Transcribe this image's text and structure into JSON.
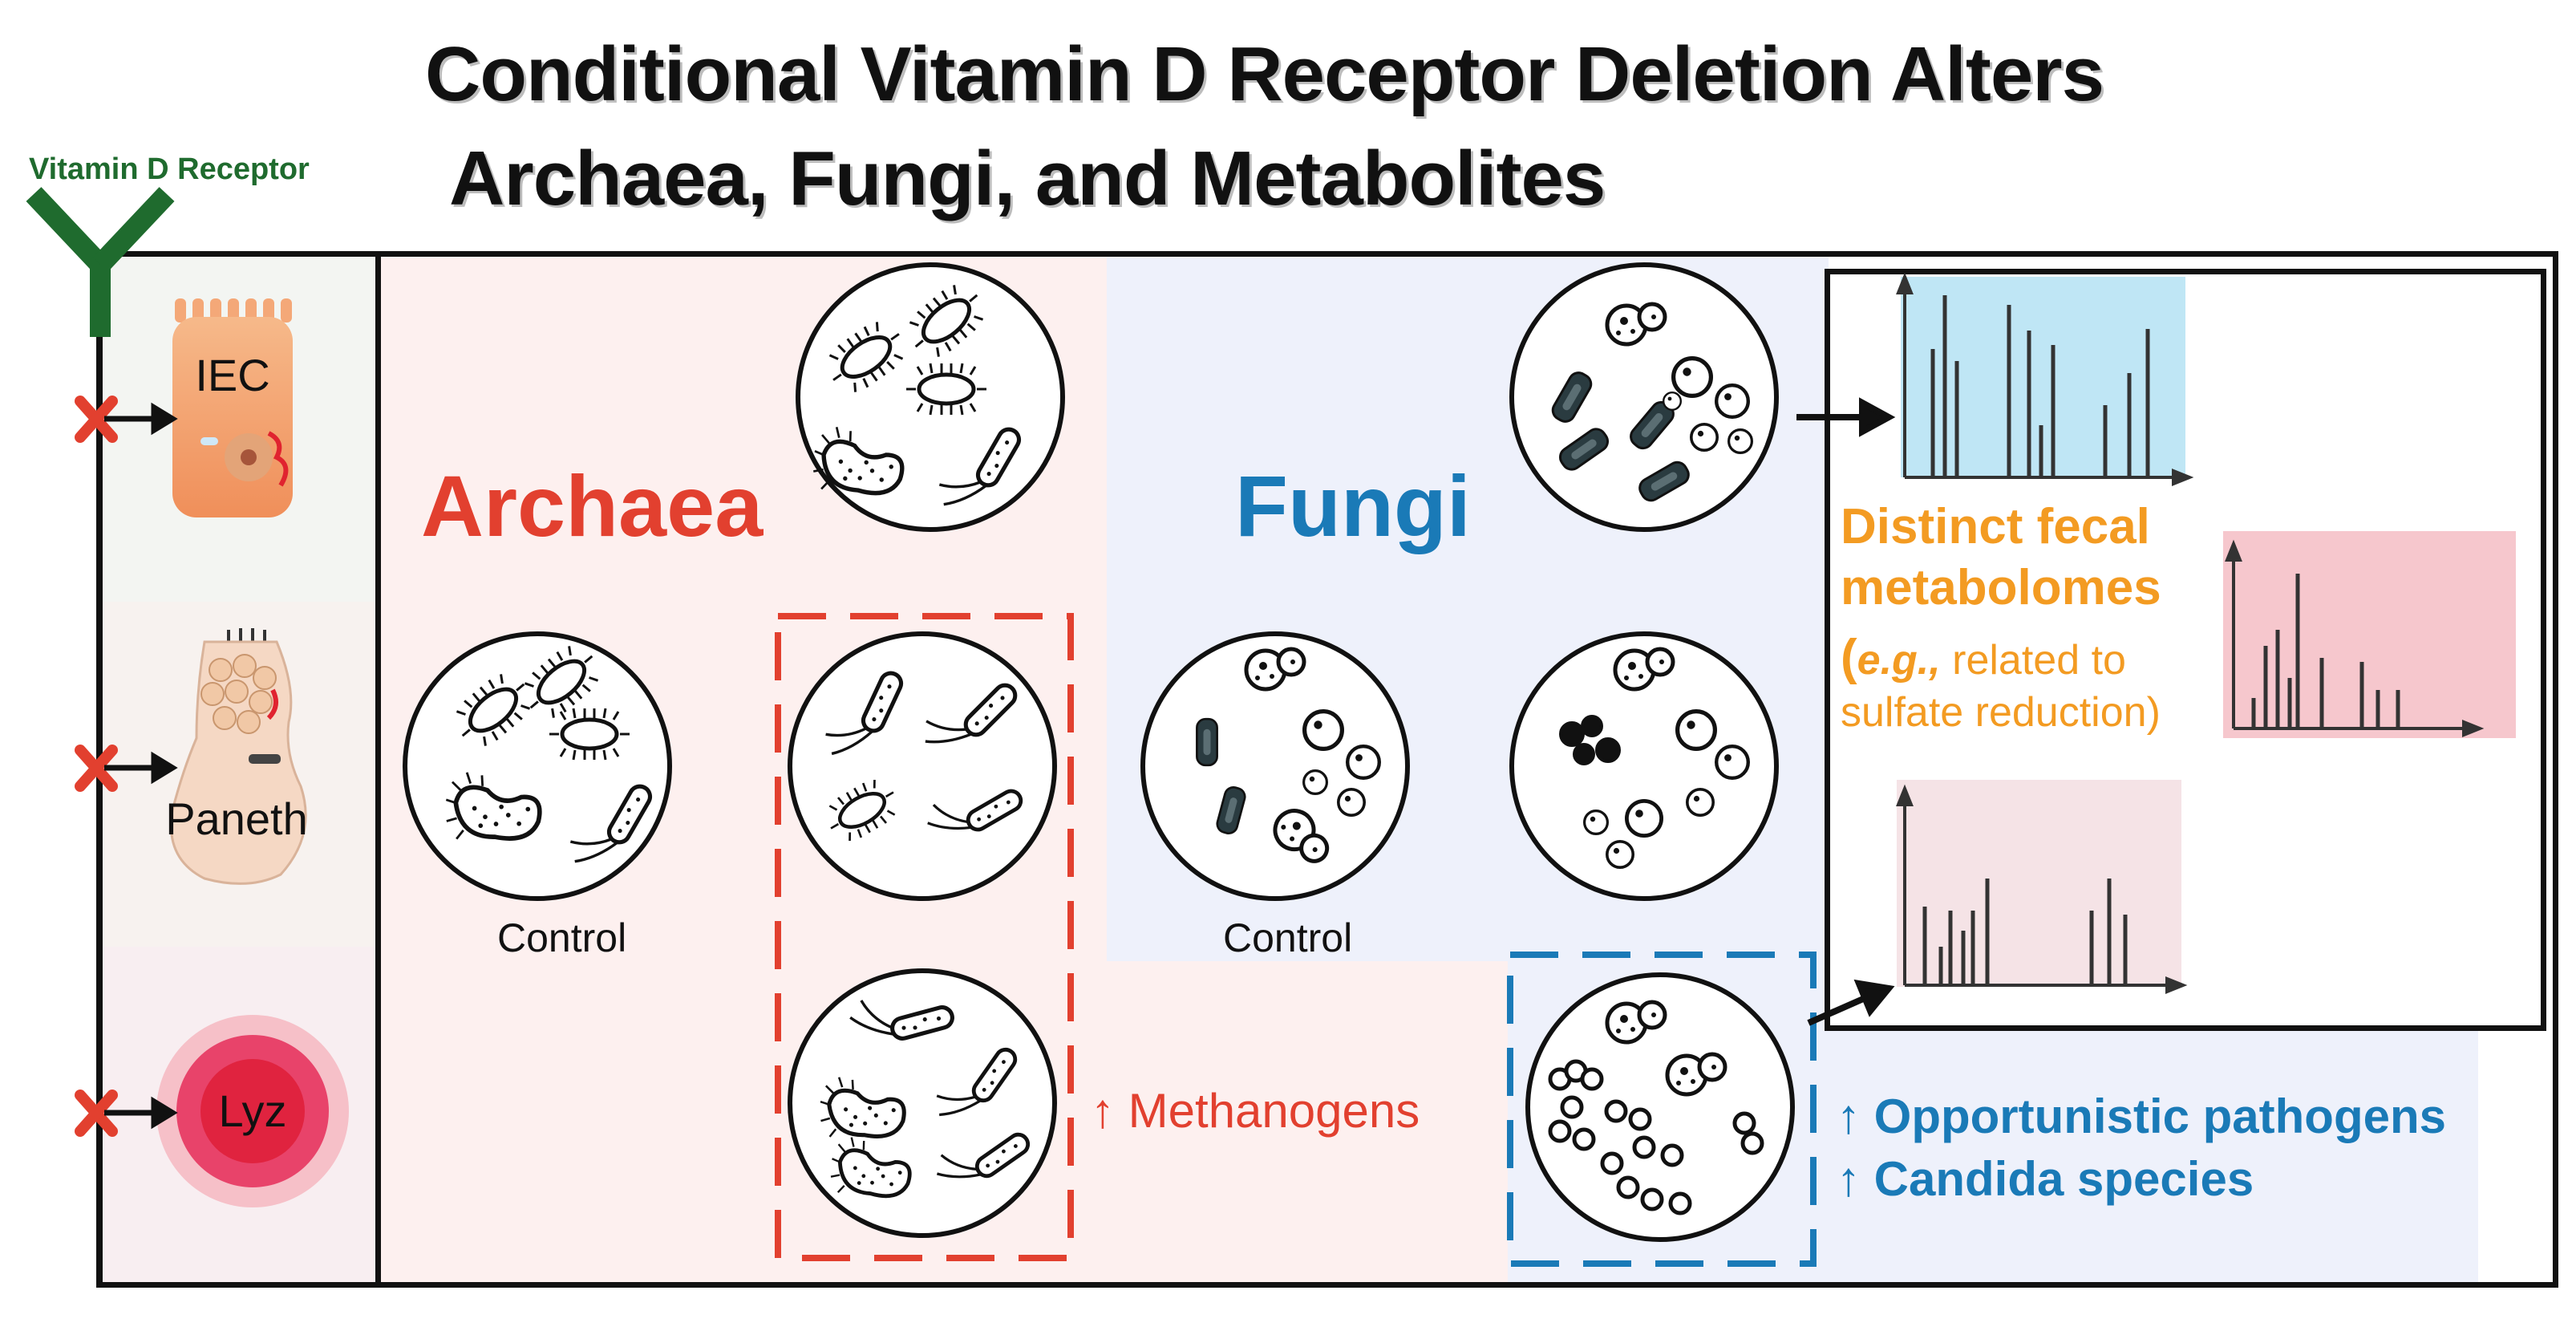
{
  "title": {
    "line1": "Conditional Vitamin D Receptor Deletion Alters",
    "line2": "Archaea, Fungi, and Metabolites"
  },
  "receptor": {
    "label": "Vitamin D Receptor"
  },
  "cells": [
    {
      "label": "IEC"
    },
    {
      "label": "Paneth"
    },
    {
      "label": "Lyz"
    }
  ],
  "archaea": {
    "heading": "Archaea",
    "control_label": "Control",
    "finding": "↑ Methanogens"
  },
  "fungi": {
    "heading": "Fungi",
    "control_label": "Control",
    "finding_line1": "↑ Opportunistic pathogens",
    "finding_line2": "↑ Candida species"
  },
  "metabolites": {
    "line1": "Distinct fecal",
    "line2": "metabolomes",
    "open_paren": "(",
    "eg": "e.g.,",
    "line3_rest": " related to",
    "line4": "sulfate reduction)"
  },
  "colors": {
    "red": "#e2402f",
    "blue": "#1a7ab7",
    "orange": "#f39b22",
    "green": "#1f6b2e",
    "archaea_bg": "#fdf0ef",
    "fungi_bg": "#eef1fb",
    "spectrum_blue": "#bfe6f5",
    "spectrum_red": "#f6c7cd",
    "spectrum_pink": "#f5e3e6"
  }
}
